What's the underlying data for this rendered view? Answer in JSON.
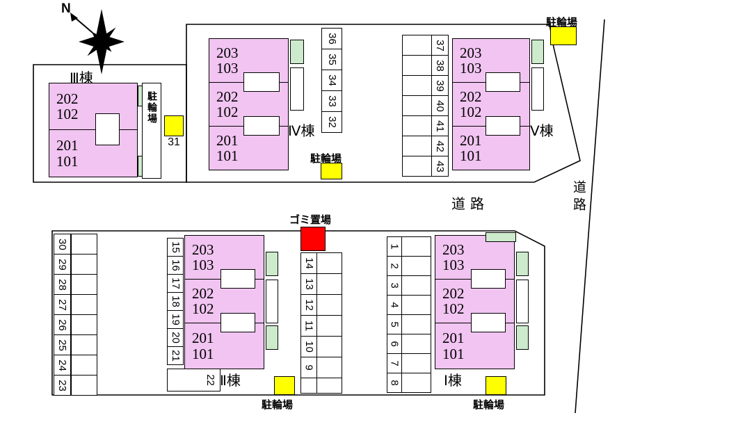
{
  "colors": {
    "room-pink": "#F1C4F1",
    "green": "#CDEACD",
    "yellow": "#FFFF00",
    "red": "#FF0000"
  },
  "compass": {
    "north_label": "N"
  },
  "roads": {
    "horizontal_label": "道路",
    "vertical_label": "道路"
  },
  "facilities": {
    "bicycle_label": "駐輪場",
    "garbage_label": "ゴミ置場"
  },
  "buildings": {
    "i": {
      "name": "Ⅰ棟",
      "rooms": [
        {
          "upper": "203",
          "lower": "103"
        },
        {
          "upper": "202",
          "lower": "102"
        },
        {
          "upper": "201",
          "lower": "101"
        }
      ]
    },
    "ii": {
      "name": "Ⅱ棟",
      "rooms": [
        {
          "upper": "203",
          "lower": "103"
        },
        {
          "upper": "202",
          "lower": "102"
        },
        {
          "upper": "201",
          "lower": "101"
        }
      ]
    },
    "iii": {
      "name": "Ⅲ棟",
      "rooms": [
        {
          "upper": "202",
          "lower": "102"
        },
        {
          "upper": "201",
          "lower": "101"
        }
      ]
    },
    "iv": {
      "name": "Ⅳ棟",
      "rooms": [
        {
          "upper": "203",
          "lower": "103"
        },
        {
          "upper": "202",
          "lower": "102"
        },
        {
          "upper": "201",
          "lower": "101"
        }
      ]
    },
    "v": {
      "name": "Ⅴ棟",
      "rooms": [
        {
          "upper": "203",
          "lower": "103"
        },
        {
          "upper": "202",
          "lower": "102"
        },
        {
          "upper": "201",
          "lower": "101"
        }
      ]
    }
  },
  "parking": {
    "stall_31": "31",
    "stall_22": "22",
    "col_32_36": [
      "36",
      "35",
      "34",
      "33",
      "32"
    ],
    "col_37_43": [
      "37",
      "38",
      "39",
      "40",
      "41",
      "42",
      "43"
    ],
    "col_23_30": [
      "30",
      "29",
      "28",
      "27",
      "26",
      "25",
      "24",
      "23"
    ],
    "col_15_21": [
      "15",
      "16",
      "17",
      "18",
      "19",
      "20",
      "21"
    ],
    "col_9_14": [
      "14",
      "13",
      "12",
      "11",
      "10",
      "9"
    ],
    "col_1_8": [
      "1",
      "2",
      "3",
      "4",
      "5",
      "6",
      "7",
      "8"
    ]
  }
}
